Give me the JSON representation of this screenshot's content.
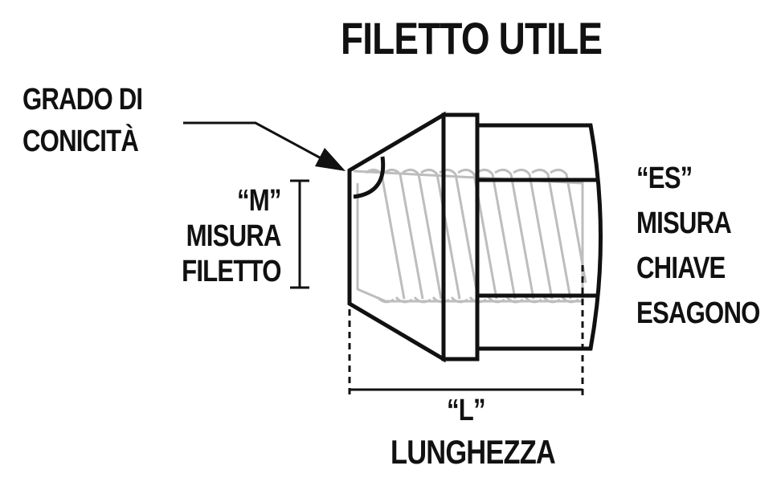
{
  "diagram": {
    "title": "FILETTO UTILE",
    "labels": {
      "taper": [
        "GRADO DI",
        "CONICITÀ"
      ],
      "thread": [
        "“M”",
        "MISURA",
        "FILETTO"
      ],
      "hex": [
        "“ES”",
        "MISURA",
        "CHIAVE",
        "ESAGONO"
      ],
      "length_symbol": "“L”",
      "length": "LUNGHEZZA"
    },
    "colors": {
      "outline": "#111111",
      "thread": "#bdbdbd",
      "background": "#ffffff"
    }
  }
}
